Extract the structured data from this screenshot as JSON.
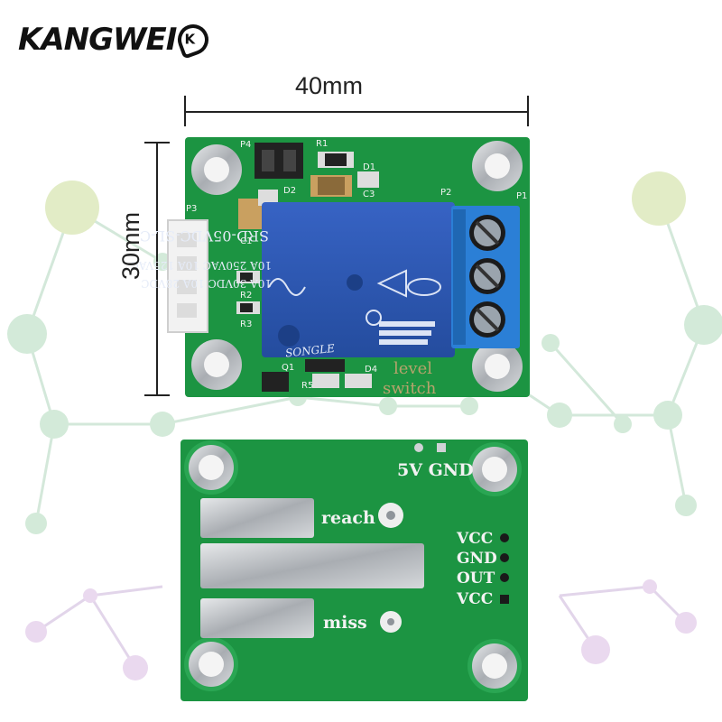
{
  "brand": {
    "name": "KANGWEI",
    "mark": "K"
  },
  "dimensions": {
    "width": "40mm",
    "height": "30mm"
  },
  "top_board": {
    "relay_model": "SRD-05VDC-SL-C",
    "relay_ratings": [
      "10A 250VAC  10A 125VAC",
      "10A  30VDC  10A  28VDC"
    ],
    "relay_brand": "SONGLE",
    "silkscreen": [
      "level",
      "switch"
    ],
    "designators": [
      "P4",
      "R1",
      "D1",
      "D2",
      "C3",
      "P2",
      "P1",
      "P3",
      "C1",
      "R2",
      "R3",
      "Q1",
      "R5",
      "D4"
    ]
  },
  "bottom_board": {
    "power_label": "5V GND",
    "probe_labels": [
      "reach",
      "miss"
    ],
    "pins": [
      "VCC",
      "GND",
      "OUT",
      "VCC"
    ]
  },
  "colors": {
    "pcb": "#1c9442",
    "relay": "#2a56b0",
    "terminal": "#2b7fd6",
    "pad": "#c9cccf",
    "silk": "#f2f2f2"
  }
}
